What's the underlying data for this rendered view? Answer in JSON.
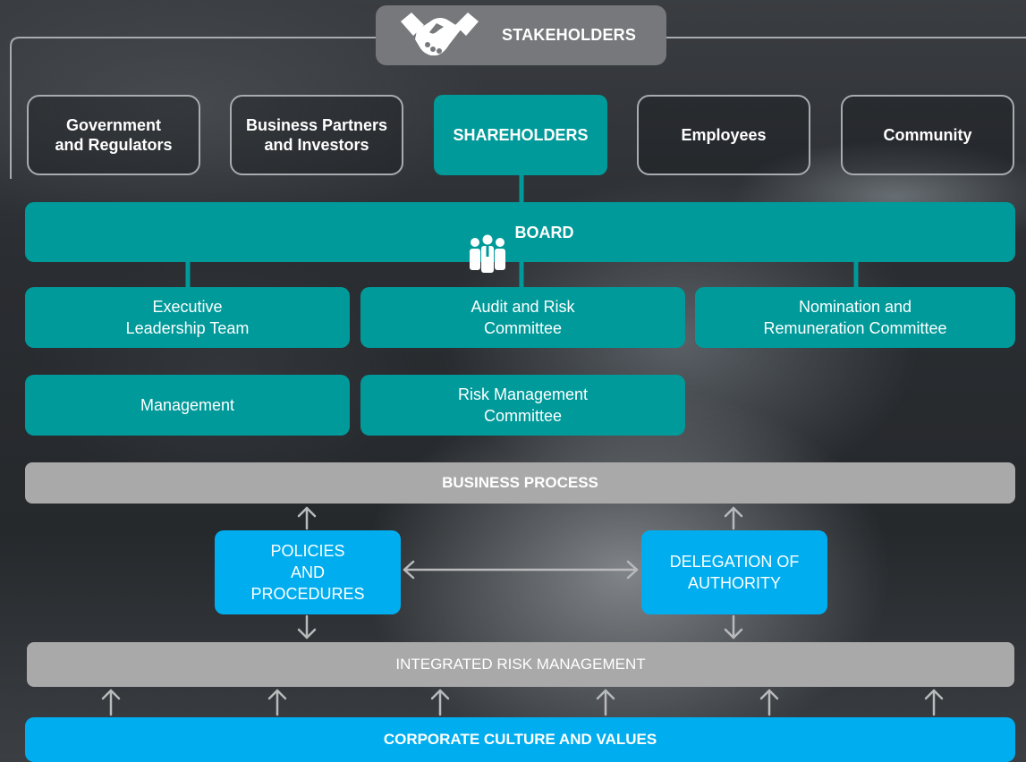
{
  "stakeholders": {
    "title": "STAKEHOLDERS",
    "icon": "handshake-icon",
    "groups": [
      {
        "label": "Government\nand Regulators",
        "highlight": false
      },
      {
        "label": "Business Partners\nand Investors",
        "highlight": false
      },
      {
        "label": "SHAREHOLDERS",
        "highlight": true
      },
      {
        "label": "Employees",
        "highlight": false
      },
      {
        "label": "Community",
        "highlight": false
      }
    ]
  },
  "board": {
    "label": "BOARD",
    "icon": "group-people-icon"
  },
  "committees": {
    "executive": "Executive\nLeadership Team",
    "audit": "Audit and Risk\nCommittee",
    "nomination": "Nomination and\nRemuneration Committee",
    "management": "Management",
    "risk_management": "Risk Management\nCommittee"
  },
  "business_process": "BUSINESS PROCESS",
  "policies": "POLICIES\nAND\nPROCEDURES",
  "delegation": "DELEGATION OF\nAUTHORITY",
  "integrated_risk": "INTEGRATED RISK MANAGEMENT",
  "culture": "CORPORATE CULTURE AND VALUES",
  "colors": {
    "teal": "#009a9a",
    "blue": "#00aeef",
    "grey": "#a9a9a9",
    "pill": "#77787b"
  }
}
